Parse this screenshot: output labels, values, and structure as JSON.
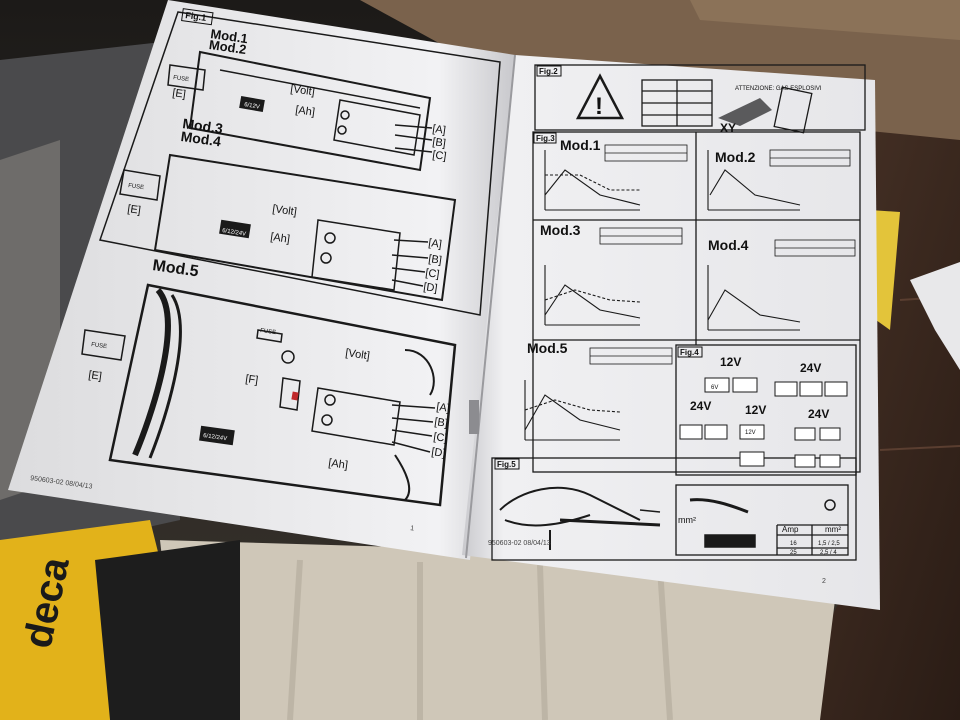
{
  "left_page": {
    "fig_label": "Fig.1",
    "models": {
      "mod12_a": "Mod.1",
      "mod12_b": "Mod.2",
      "mod34_a": "Mod.3",
      "mod34_b": "Mod.4",
      "mod5": "Mod.5"
    },
    "callouts": {
      "volt": "[Volt]",
      "ah": "[Ah]",
      "a": "[A]",
      "b": "[B]",
      "c": "[C]",
      "d": "[D]",
      "e": "[E]",
      "f": "[F]"
    },
    "fuse_label": "FUSE",
    "battery_small": "6/12V",
    "battery_mid": "6/12/24V",
    "battery_big": "6/12/24V",
    "footer": "950603-02  08/04/13",
    "page_number": "1"
  },
  "right_page": {
    "fig2_label": "Fig.2",
    "fig3_label": "Fig.3",
    "fig4_label": "Fig.4",
    "fig5_label": "Fig.5",
    "xy_label": "XY",
    "warning_title": "ATTENZIONE: GAS ESPLOSIVI",
    "charts": {
      "mod1": "Mod.1",
      "mod2": "Mod.2",
      "mod3": "Mod.3",
      "mod4": "Mod.4",
      "mod5": "Mod.5"
    },
    "fig4_voltages": {
      "v12": "12V",
      "v24a": "24V",
      "v24b": "24V",
      "v12b": "12V",
      "v24c": "24V",
      "b6": "6V",
      "b12": "12V"
    },
    "fig5_labels": {
      "mm2": "mm²",
      "amp": "Amp",
      "mm2_col": "mm²",
      "row1_amp": "16",
      "row1_mm": "1,5 / 2,5",
      "row2_amp": "25",
      "row2_mm": "2,5 / 4"
    },
    "footer": "950603-02  08/04/13",
    "page_number": "2"
  },
  "box": {
    "brand": "deca"
  }
}
